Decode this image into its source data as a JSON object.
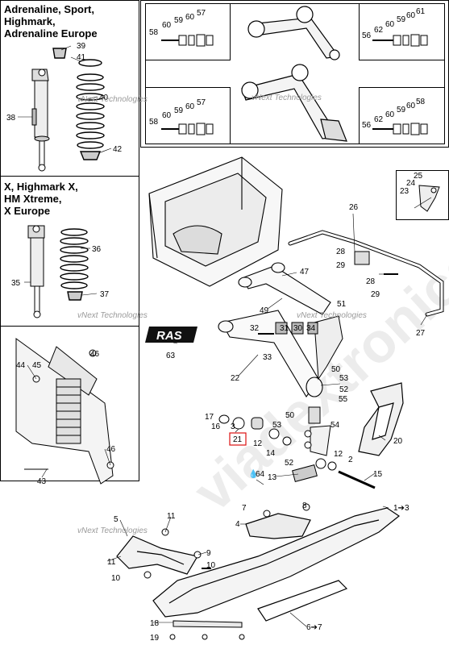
{
  "captions": {
    "top_left": [
      "Adrenaline, Sport,",
      "Highmark,",
      "Adrenaline Europe"
    ],
    "mid_left": [
      "X, Highmark X,",
      "HM Xtreme,",
      "X Europe"
    ]
  },
  "watermarks": {
    "small": "vNext Technologies",
    "big": "viadextronics"
  },
  "logo_text": "RAS",
  "callouts": [
    {
      "id": "c39",
      "text": "39"
    },
    {
      "id": "c41",
      "text": "41"
    },
    {
      "id": "c40",
      "text": "40"
    },
    {
      "id": "c38",
      "text": "38"
    },
    {
      "id": "c42",
      "text": "42"
    },
    {
      "id": "c36",
      "text": "36"
    },
    {
      "id": "c35",
      "text": "35"
    },
    {
      "id": "c37",
      "text": "37"
    },
    {
      "id": "c46a",
      "text": "46"
    },
    {
      "id": "c44",
      "text": "44"
    },
    {
      "id": "c45",
      "text": "45"
    },
    {
      "id": "c46b",
      "text": "46"
    },
    {
      "id": "c43",
      "text": "43"
    },
    {
      "id": "c58a",
      "text": "58"
    },
    {
      "id": "c60a",
      "text": "60"
    },
    {
      "id": "c59a",
      "text": "59"
    },
    {
      "id": "c60b",
      "text": "60"
    },
    {
      "id": "c57a",
      "text": "57"
    },
    {
      "id": "c56a",
      "text": "56"
    },
    {
      "id": "c62a",
      "text": "62"
    },
    {
      "id": "c60c",
      "text": "60"
    },
    {
      "id": "c59b",
      "text": "59"
    },
    {
      "id": "c60d",
      "text": "60"
    },
    {
      "id": "c61a",
      "text": "61"
    },
    {
      "id": "c58b",
      "text": "58"
    },
    {
      "id": "c60e",
      "text": "60"
    },
    {
      "id": "c59c",
      "text": "59"
    },
    {
      "id": "c60f",
      "text": "60"
    },
    {
      "id": "c57b",
      "text": "57"
    },
    {
      "id": "c56b",
      "text": "56"
    },
    {
      "id": "c62b",
      "text": "62"
    },
    {
      "id": "c60g",
      "text": "60"
    },
    {
      "id": "c59d",
      "text": "59"
    },
    {
      "id": "c60h",
      "text": "60"
    },
    {
      "id": "c58c",
      "text": "58"
    },
    {
      "id": "c25",
      "text": "25"
    },
    {
      "id": "c24",
      "text": "24"
    },
    {
      "id": "c23",
      "text": "23"
    },
    {
      "id": "c26",
      "text": "26"
    },
    {
      "id": "c28a",
      "text": "28"
    },
    {
      "id": "c29a",
      "text": "29"
    },
    {
      "id": "c28b",
      "text": "28"
    },
    {
      "id": "c29b",
      "text": "29"
    },
    {
      "id": "c27",
      "text": "27"
    },
    {
      "id": "c47",
      "text": "47"
    },
    {
      "id": "c49",
      "text": "49"
    },
    {
      "id": "c51",
      "text": "51"
    },
    {
      "id": "c63",
      "text": "63"
    },
    {
      "id": "c32",
      "text": "32"
    },
    {
      "id": "c31",
      "text": "31"
    },
    {
      "id": "c30",
      "text": "30"
    },
    {
      "id": "c34",
      "text": "34"
    },
    {
      "id": "c33",
      "text": "33"
    },
    {
      "id": "c22",
      "text": "22"
    },
    {
      "id": "c50a",
      "text": "50"
    },
    {
      "id": "c53a",
      "text": "53"
    },
    {
      "id": "c52a",
      "text": "52"
    },
    {
      "id": "c55",
      "text": "55"
    },
    {
      "id": "c17",
      "text": "17"
    },
    {
      "id": "c16",
      "text": "16"
    },
    {
      "id": "c3",
      "text": "3"
    },
    {
      "id": "c21",
      "text": "21"
    },
    {
      "id": "c12a",
      "text": "12"
    },
    {
      "id": "c14",
      "text": "14"
    },
    {
      "id": "c50b",
      "text": "50"
    },
    {
      "id": "c53b",
      "text": "53"
    },
    {
      "id": "c54",
      "text": "54"
    },
    {
      "id": "c20",
      "text": "20"
    },
    {
      "id": "c52b",
      "text": "52"
    },
    {
      "id": "c12b",
      "text": "12"
    },
    {
      "id": "c2",
      "text": "2"
    },
    {
      "id": "c64",
      "text": "64"
    },
    {
      "id": "c13",
      "text": "13"
    },
    {
      "id": "c15",
      "text": "15"
    },
    {
      "id": "c7",
      "text": "7"
    },
    {
      "id": "c8",
      "text": "8"
    },
    {
      "id": "c4",
      "text": "4"
    },
    {
      "id": "c1to3",
      "text": "1➔3"
    },
    {
      "id": "c5",
      "text": "5"
    },
    {
      "id": "c11a",
      "text": "11"
    },
    {
      "id": "c9",
      "text": "9"
    },
    {
      "id": "c10a",
      "text": "10"
    },
    {
      "id": "c11b",
      "text": "11"
    },
    {
      "id": "c10b",
      "text": "10"
    },
    {
      "id": "c18",
      "text": "18"
    },
    {
      "id": "c19",
      "text": "19"
    },
    {
      "id": "c6to7",
      "text": "6➔7"
    }
  ]
}
